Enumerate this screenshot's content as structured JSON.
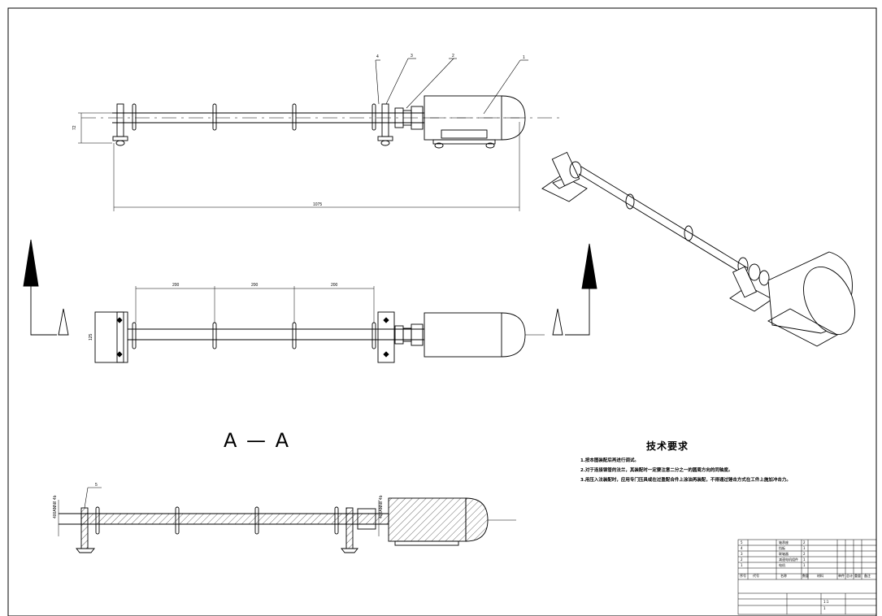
{
  "dimensions": {
    "overall_length": "1075",
    "height_top": "72",
    "width_plan": "125",
    "spacing_1": "200",
    "spacing_2": "200",
    "spacing_3": "200",
    "section_vertical_1": "400ANN/l 4b",
    "section_vertical_2": "400ANN/l 4b"
  },
  "balloons": [
    "1",
    "2",
    "3",
    "4",
    "5"
  ],
  "view_marker": "A",
  "section_label": "A — A",
  "tech_requirements": {
    "title": "技术要求",
    "items": [
      "1.按本图装配后再进行调试。",
      "2.对于连接钢管的法兰，其装配时一定要注意二分之一的圆周方向的同轴度。",
      "3.用压入法装配时，应用专门压具或在过盈配合件上涂油再装配，不得通过锤击方式在工件上施加冲击力。"
    ]
  },
  "title_block": {
    "parts": [
      {
        "no": "5",
        "name": "轴承座",
        "qty": "2"
      },
      {
        "no": "4",
        "name": "挡板",
        "qty": "1"
      },
      {
        "no": "3",
        "name": "联轴器",
        "qty": "2"
      },
      {
        "no": "2",
        "name": "减速电机组件",
        "qty": "1"
      },
      {
        "no": "1",
        "name": "电机",
        "qty": "1"
      }
    ],
    "header": [
      "序号",
      "代号",
      "名称",
      "数量",
      "材料",
      "单件",
      "总计",
      "重量",
      "备注"
    ],
    "scale": "1:1",
    "sheet": "1"
  }
}
